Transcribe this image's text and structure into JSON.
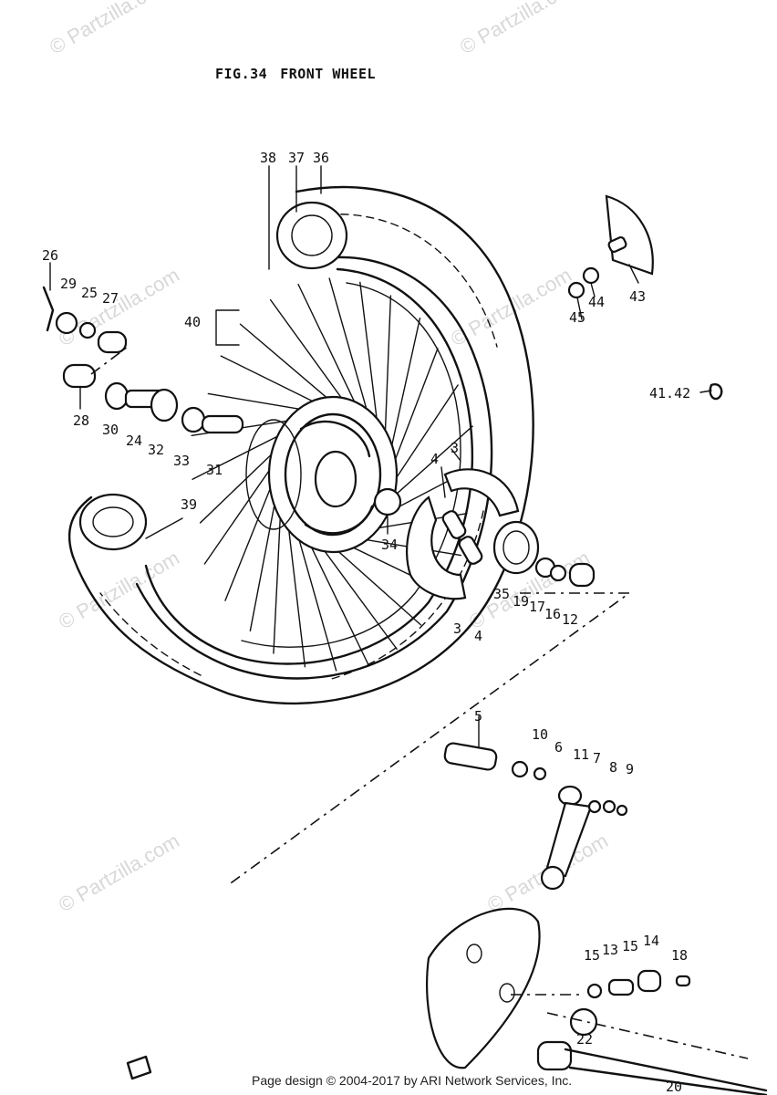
{
  "title": {
    "fig": "FIG.34",
    "name": "FRONT WHEEL"
  },
  "footer": "Page design © 2004-2017 by ARI Network Services, Inc.",
  "watermark": "© Partzilla.com",
  "callouts": [
    "38",
    "37",
    "36",
    "26",
    "29",
    "25",
    "27",
    "40",
    "45",
    "44",
    "43",
    "41.42",
    "28",
    "30",
    "24",
    "32",
    "33",
    "31",
    "3",
    "4",
    "39",
    "34",
    "35",
    "19",
    "17",
    "16",
    "12",
    "3",
    "4",
    "5",
    "10",
    "6",
    "11",
    "7",
    "8",
    "9",
    "15",
    "13",
    "15",
    "14",
    "18",
    "22",
    "20"
  ]
}
